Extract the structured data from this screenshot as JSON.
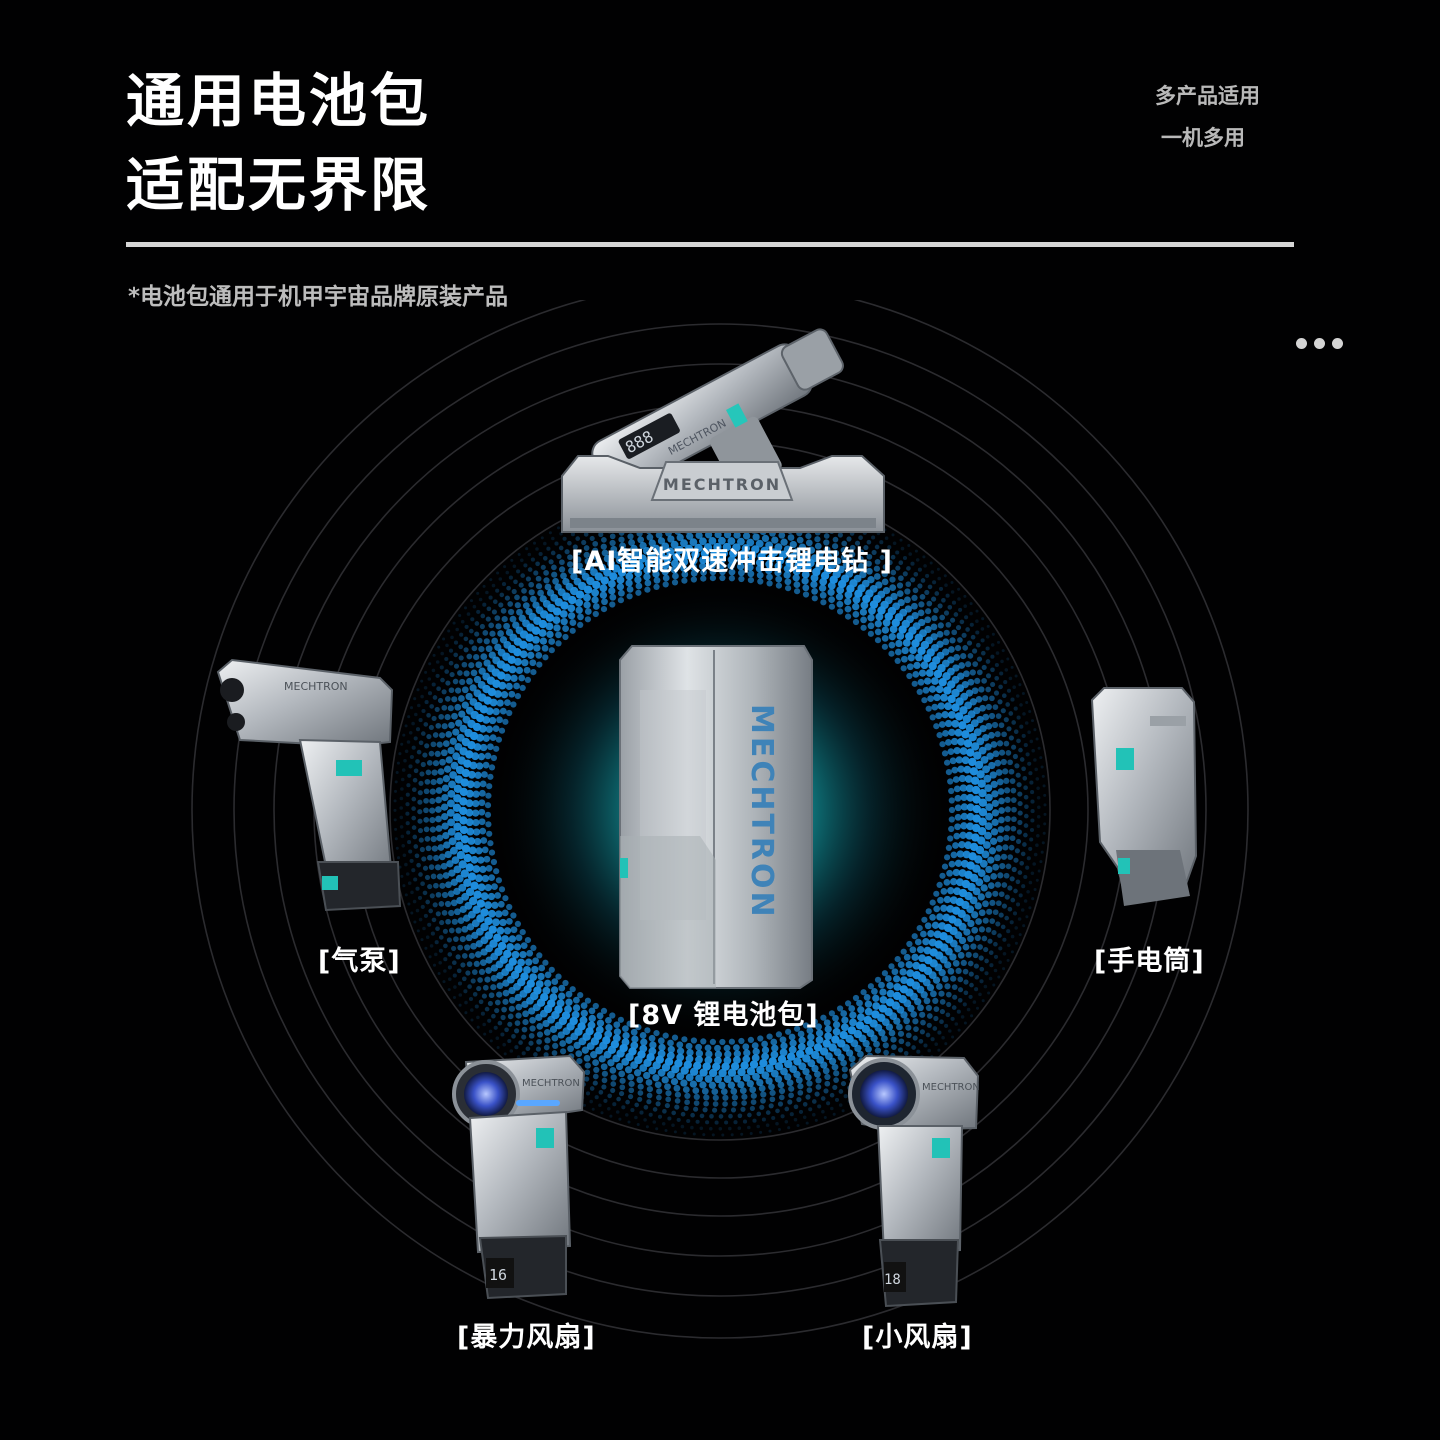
{
  "header": {
    "title_line1": "通用电池包",
    "title_line2": "适配无界限",
    "tag1": "多产品适用",
    "tag2": "一机多用",
    "note": "*电池包通用于机甲宇宙品牌原装产品"
  },
  "colors": {
    "background": "#010102",
    "ring_blue": "#1f8fe0",
    "glow_cyan": "#23d8d8",
    "product_silver": "#b9bec3",
    "accent_teal": "#22c2b7"
  },
  "products": {
    "drill": {
      "label": "[AI智能双速冲击锂电钻 ]",
      "display": "888",
      "brand": "MECHTRON"
    },
    "pump": {
      "label": "[气泵]",
      "brand": "MECHTRON"
    },
    "battery": {
      "label": "[8V 锂电池包]",
      "brand": "MECHTRON"
    },
    "flashlight": {
      "label": "[手电筒]"
    },
    "turbo_fan": {
      "label": "[暴力风扇]",
      "display": "16",
      "brand": "MECHTRON"
    },
    "mini_fan": {
      "label": "[小风扇]",
      "display": "18",
      "brand": "MECHTRON"
    }
  }
}
